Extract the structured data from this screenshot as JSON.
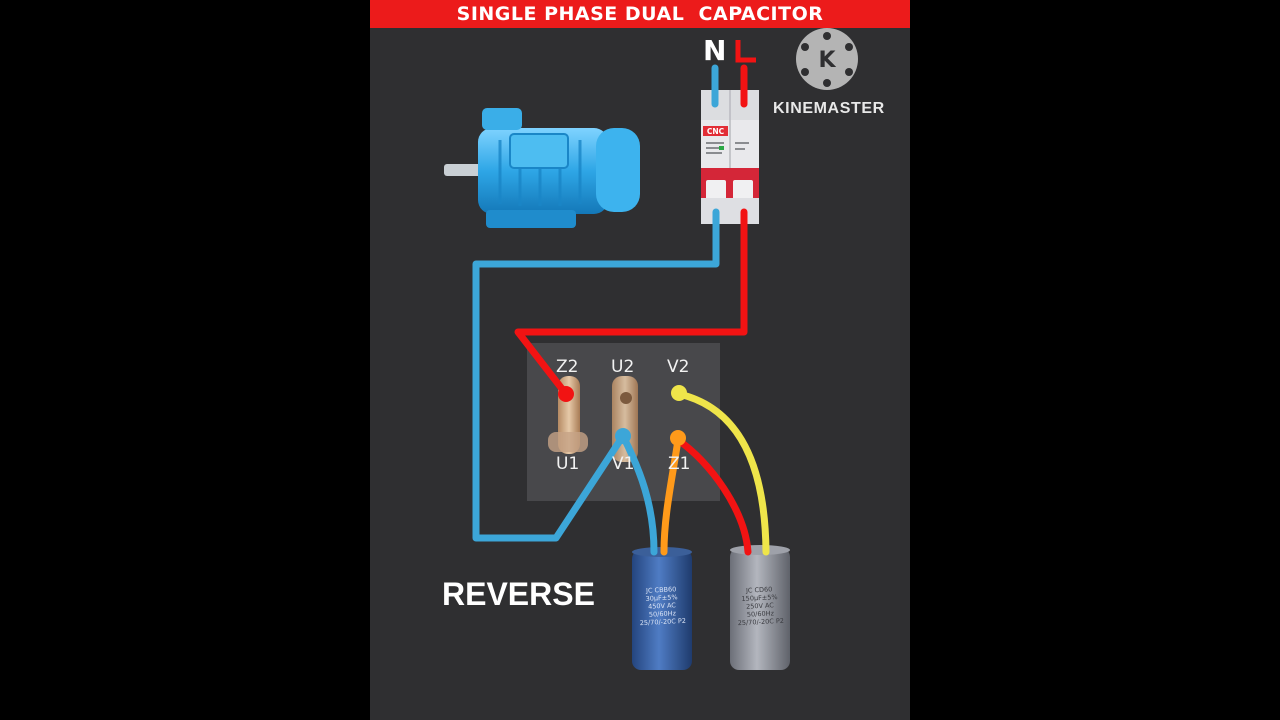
{
  "title": "SINGLE PHASE DUAL  CAPACITOR",
  "phases": {
    "neutral": "N",
    "line": "L"
  },
  "watermark": {
    "logo_letter": "K",
    "text": "KINEMASTER"
  },
  "breaker": {
    "brand": "CNC"
  },
  "terminals": {
    "top": [
      "Z2",
      "U2",
      "V2"
    ],
    "bottom": [
      "U1",
      "V1",
      "Z1"
    ]
  },
  "direction_label": "REVERSE",
  "capacitors": [
    {
      "name": "run-capacitor",
      "lines": [
        "JC CBB60",
        "30μF±5%",
        "450V AC 50/60Hz",
        "25/70/-20C P2"
      ],
      "color": "#3a63a8"
    },
    {
      "name": "start-capacitor",
      "lines": [
        "JC CD60",
        "150μF±5%",
        "250V AC 50/60Hz",
        "25/70/-20C P2"
      ],
      "color": "#8c8f99"
    }
  ],
  "wire_colors": {
    "neutral": "#3ca6d8",
    "line": "#f21313",
    "yellow": "#efe54a",
    "orange": "#ff9a1a"
  }
}
